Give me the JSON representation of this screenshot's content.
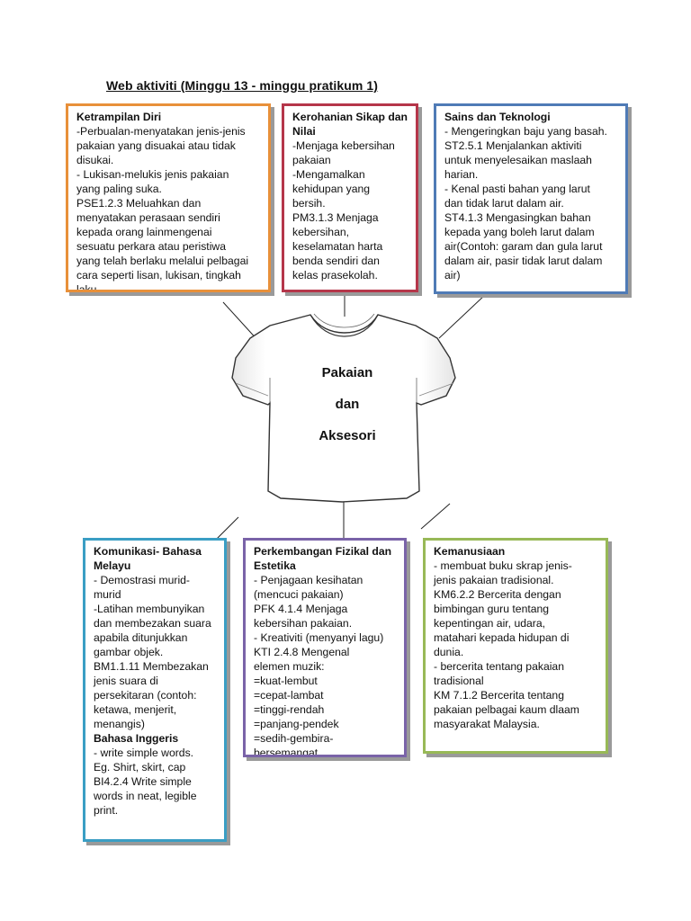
{
  "title": "Web aktiviti (Minggu 13 - minggu pratikum 1)",
  "center": {
    "line1": "Pakaian",
    "line2": "dan",
    "line3": "Aksesori"
  },
  "colors": {
    "orange": "#e8903a",
    "red": "#b5364a",
    "blue": "#4f7bb6",
    "teal": "#3a9ec4",
    "purple": "#7a63a8",
    "green": "#98b957"
  },
  "boxes": {
    "kemahiran": {
      "heading": "Ketrampilan Diri",
      "lines": [
        "-Perbualan-menyatakan jenis-jenis",
        "pakaian yang disuakai atau tidak",
        "disukai.",
        "- Lukisan-melukis jenis pakaian",
        "yang paling suka.",
        "PSE1.2.3 Meluahkan dan",
        "menyatakan perasaan sendiri",
        "kepada orang lainmengenai",
        "sesuatu perkara atau peristiwa",
        "yang telah berlaku melalui pelbagai",
        "cara seperti lisan, lukisan, tingkah",
        "laku."
      ]
    },
    "kerohanian": {
      "heading": "Kerohanian Sikap dan Nilai",
      "lines": [
        "-Menjaga kebersihan",
        "pakaian",
        "-Mengamalkan",
        "kehidupan yang",
        "bersih.",
        "PM3.1.3 Menjaga",
        "kebersihan,",
        "keselamatan harta",
        "benda sendiri dan",
        "kelas prasekolah."
      ]
    },
    "sains": {
      "heading": "Sains dan Teknologi",
      "lines": [
        "- Mengeringkan baju yang basah.",
        "ST2.5.1 Menjalankan aktiviti",
        "untuk menyelesaikan maslaah",
        "harian.",
        "- Kenal pasti bahan yang larut",
        "dan tidak larut dalam air.",
        "ST4.1.3 Mengasingkan bahan",
        "kepada yang boleh larut dalam",
        "air(Contoh: garam dan gula larut",
        "dalam air, pasir tidak larut dalam",
        "air)"
      ]
    },
    "komunikasi": {
      "heading": "Komunikasi- Bahasa Melayu",
      "lines": [
        "- Demostrasi murid-",
        "murid",
        "-Latihan membunyikan",
        "dan membezakan suara",
        "apabila ditunjukkan",
        "gambar objek.",
        "BM1.1.11 Membezakan",
        "jenis suara di",
        "persekitaran (contoh:",
        "ketawa, menjerit,",
        "menangis)"
      ],
      "subheading": "Bahasa Inggeris",
      "lines2": [
        "- write simple words.",
        "Eg. Shirt, skirt, cap",
        "BI4.2.4 Write simple",
        "words in neat, legible",
        "print."
      ]
    },
    "fizikal": {
      "heading": "Perkembangan Fizikal dan Estetika",
      "lines": [
        "- Penjagaan kesihatan",
        "(mencuci pakaian)",
        "PFK 4.1.4 Menjaga",
        "kebersihan pakaian.",
        "- Kreativiti (menyanyi lagu)",
        "KTI 2.4.8 Mengenal",
        "elemen muzik:",
        "=kuat-lembut",
        "=cepat-lambat",
        "=tinggi-rendah",
        "=panjang-pendek",
        "=sedih-gembira-",
        "bersemangat"
      ]
    },
    "kemanusiaan": {
      "heading": "Kemanusiaan",
      "lines": [
        "- membuat buku skrap jenis-",
        "jenis pakaian tradisional.",
        "KM6.2.2 Bercerita dengan",
        "bimbingan guru tentang",
        "kepentingan air, udara,",
        "matahari kepada hidupan di",
        "dunia.",
        "- bercerita tentang pakaian",
        "tradisional",
        "KM 7.1.2 Bercerita tentang",
        "pakaian pelbagai kaum dlaam",
        "masyarakat Malaysia."
      ]
    }
  }
}
